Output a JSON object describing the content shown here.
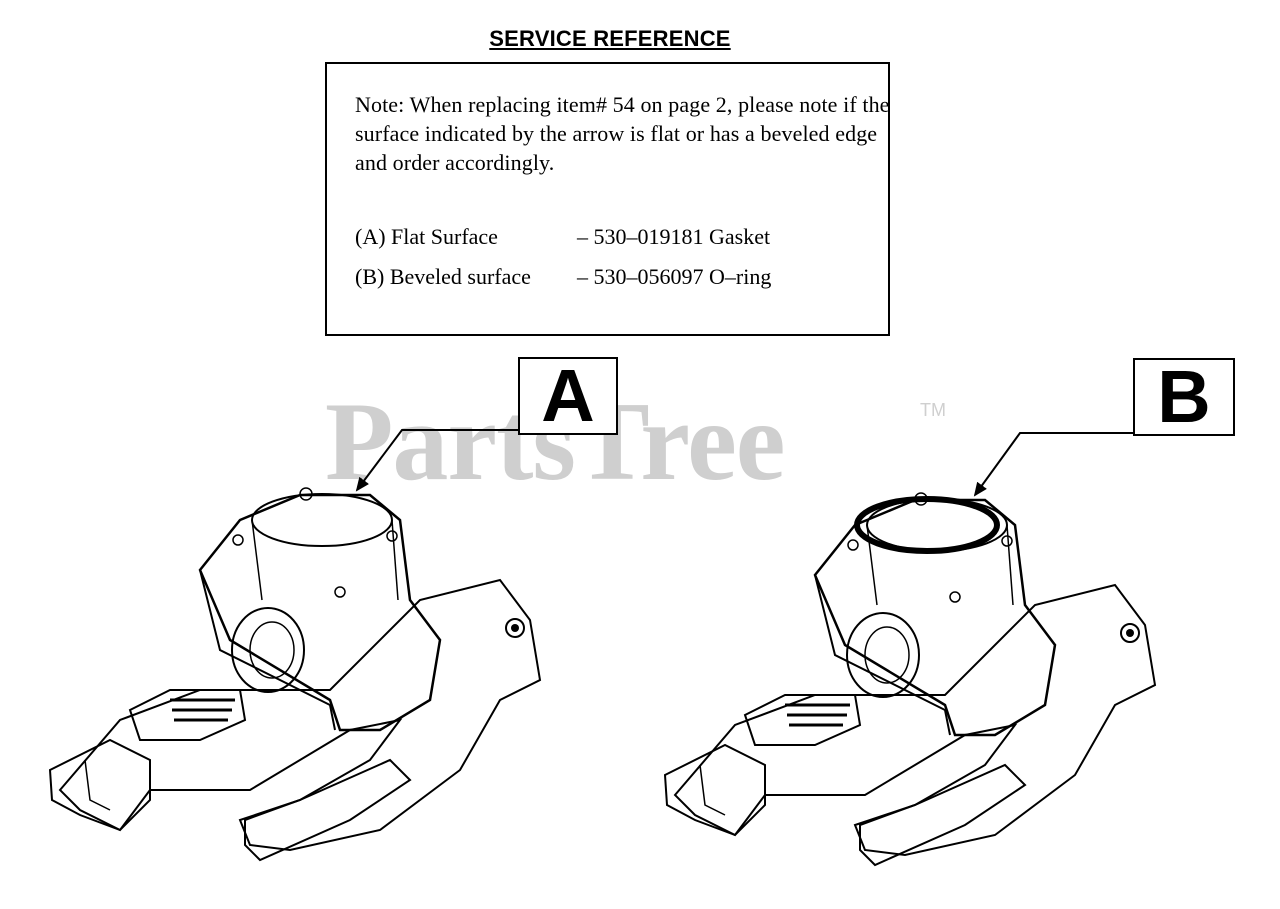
{
  "title": "SERVICE REFERENCE",
  "note": {
    "text": "Note: When replacing item# 54 on page 2, please note if the surface indicated by the arrow is flat or has a beveled edge and order accordingly.",
    "option_a_label": "(A) Flat Surface",
    "option_a_value": "– 530–019181 Gasket",
    "option_b_label": "(B) Beveled surface",
    "option_b_value": "– 530–056097 O–ring"
  },
  "labels": {
    "a": "A",
    "b": "B"
  },
  "watermark": {
    "text": "PartsTree",
    "tm": "TM",
    "color": "#cfcfcf"
  },
  "icons": [
    "crankcase-flat-surface-icon",
    "crankcase-beveled-surface-icon",
    "arrow-icon"
  ]
}
